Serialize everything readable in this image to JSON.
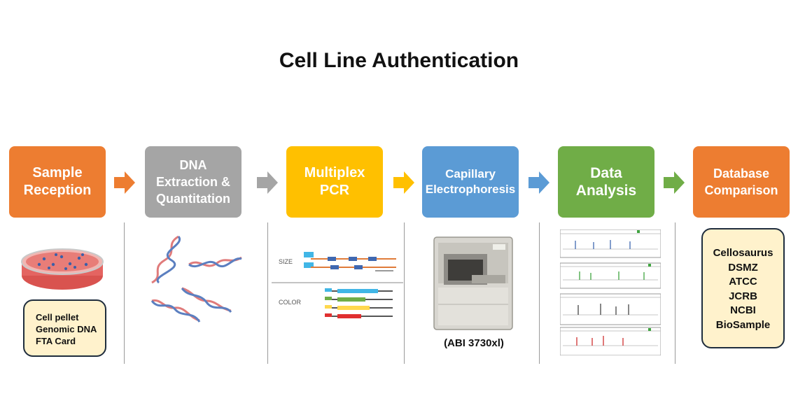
{
  "title": "Cell Line Authentication",
  "steps": [
    {
      "label": "Sample\nReception",
      "color": "#ed7d31"
    },
    {
      "label": "DNA\nExtraction &\nQuantitation",
      "color": "#a5a5a5"
    },
    {
      "label": "Multiplex\nPCR",
      "color": "#ffc000"
    },
    {
      "label": "Capillary\nElectrophoresis",
      "color": "#5b9bd5"
    },
    {
      "label": "Data\nAnalysis",
      "color": "#70ad47"
    },
    {
      "label": "Database\nComparison",
      "color": "#ed7d31"
    }
  ],
  "sample_types": [
    "Cell pellet",
    "Genomic DNA",
    "FTA Card"
  ],
  "pcr_labels": {
    "size": "SIZE",
    "color": "COLOR"
  },
  "instrument_label": "(ABI 3730xl)",
  "databases": [
    "Cellosaurus",
    "DSMZ",
    "ATCC",
    "JCRB",
    "NCBI",
    "BioSample"
  ]
}
